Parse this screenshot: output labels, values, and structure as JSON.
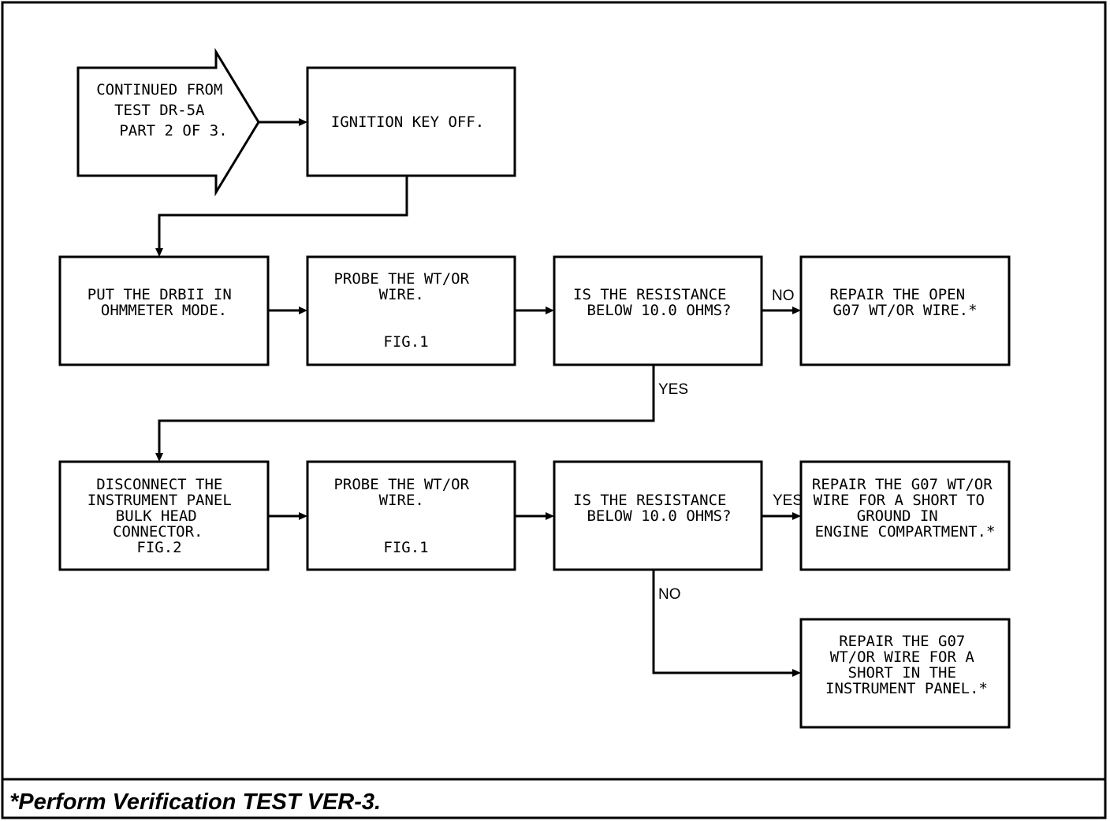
{
  "colors": {
    "stroke": "#000000",
    "background": "#ffffff"
  },
  "start": {
    "lines": [
      "CONTINUED FROM",
      "TEST DR-5A",
      "PART 2 OF 3."
    ]
  },
  "boxes": {
    "ignition": {
      "lines": [
        "IGNITION KEY OFF."
      ]
    },
    "drbii": {
      "lines": [
        "PUT THE DRBII IN",
        "OHMMETER MODE."
      ]
    },
    "probe1": {
      "lines": [
        "PROBE THE WT/OR",
        "WIRE.",
        "FIG.1"
      ]
    },
    "decision1": {
      "lines": [
        "IS THE RESISTANCE",
        "BELOW 10.0 OHMS?"
      ]
    },
    "repair_open": {
      "lines": [
        "REPAIR THE OPEN",
        "G07 WT/OR WIRE.*"
      ]
    },
    "disconnect": {
      "lines": [
        "DISCONNECT THE",
        "INSTRUMENT PANEL",
        "BULK HEAD",
        "CONNECTOR.",
        "FIG.2"
      ]
    },
    "probe2": {
      "lines": [
        "PROBE THE WT/OR",
        "WIRE.",
        "FIG.1"
      ]
    },
    "decision2": {
      "lines": [
        "IS THE RESISTANCE",
        "BELOW 10.0 OHMS?"
      ]
    },
    "repair_engine": {
      "lines": [
        "REPAIR THE G07 WT/OR",
        "WIRE FOR A SHORT TO",
        "GROUND IN",
        "ENGINE COMPARTMENT.*"
      ]
    },
    "repair_panel": {
      "lines": [
        "REPAIR THE G07",
        "WT/OR WIRE FOR A",
        "SHORT IN THE",
        "INSTRUMENT PANEL.*"
      ]
    }
  },
  "labels": {
    "d1_no": "NO",
    "d1_yes": "YES",
    "d2_yes": "YES",
    "d2_no": "NO"
  },
  "footer": {
    "text": "*Perform Verification TEST VER-3."
  }
}
